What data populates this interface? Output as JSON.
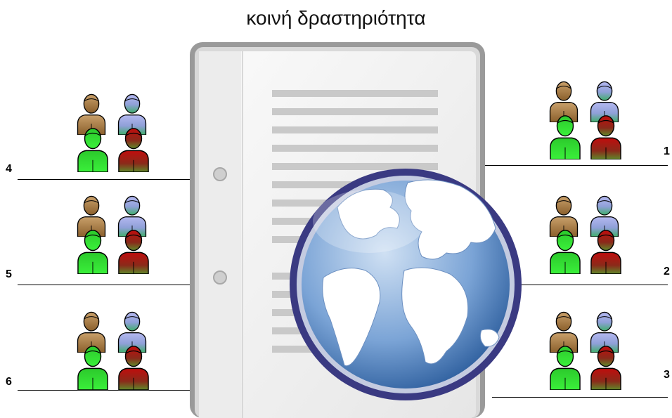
{
  "title": "κοινή δραστηριότητα",
  "groups": [
    {
      "number": "1",
      "icon": "user-group-icon"
    },
    {
      "number": "2",
      "icon": "user-group-icon"
    },
    {
      "number": "3",
      "icon": "user-group-icon"
    },
    {
      "number": "4",
      "icon": "user-group-icon"
    },
    {
      "number": "5",
      "icon": "user-group-icon"
    },
    {
      "number": "6",
      "icon": "user-group-icon"
    }
  ],
  "center_icons": [
    "document-icon",
    "globe-icon"
  ],
  "colors": {
    "person_brown": "#b5894f",
    "person_blue": "#9fa4e6",
    "person_green": "#2fd92f",
    "person_red": "#b81212",
    "globe_rim": "#3a3a82"
  }
}
